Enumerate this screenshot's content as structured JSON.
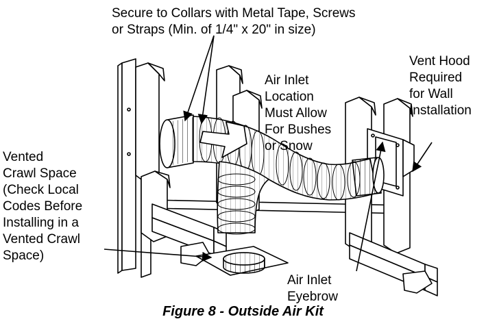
{
  "labels": {
    "secure": [
      "Secure to Collars with Metal Tape, Screws",
      "or Straps (Min. of 1/4\" x 20\" in size)"
    ],
    "vent_hood": [
      "Vent Hood",
      "Required",
      "for Wall",
      "Installation"
    ],
    "air_inlet_location": [
      "Air Inlet",
      "Location",
      "Must Allow",
      "For Bushes",
      "or Snow"
    ],
    "crawl_space": [
      "Vented",
      "Crawl Space",
      "(Check Local",
      "Codes Before",
      "Installing in a",
      "Vented Crawl",
      "Space)"
    ],
    "eyebrow": [
      "Air Inlet",
      "Eyebrow"
    ]
  },
  "caption": "Figure 8 - Outside Air Kit",
  "colors": {
    "line": "#000000",
    "background": "#ffffff"
  }
}
